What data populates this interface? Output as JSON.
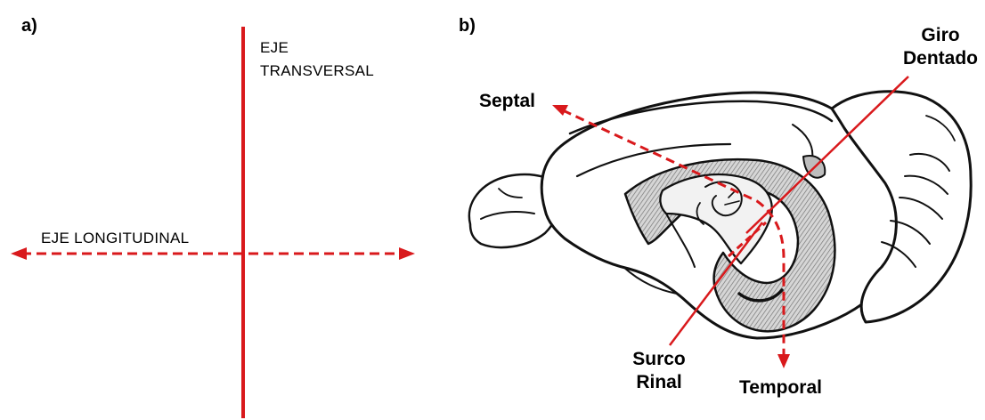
{
  "panels": [
    {
      "id": "a",
      "label": "a)"
    },
    {
      "id": "b",
      "label": "b)"
    }
  ],
  "panel_a": {
    "vertical_axis_label_line1": "EJE",
    "vertical_axis_label_line2": "TRANSVERSAL",
    "horizontal_axis_label": "EJE LONGITUDINAL"
  },
  "panel_b": {
    "labels": {
      "septal": "Septal",
      "giro_line1": "Giro",
      "giro_line2": "Dentado",
      "surco_line1": "Surco",
      "surco_line2": "Rinal",
      "temporal": "Temporal"
    }
  },
  "colors": {
    "axis_red": "#d9191c",
    "ink": "#111111",
    "hatch_gray": "#8c8c8c",
    "background": "#ffffff"
  }
}
